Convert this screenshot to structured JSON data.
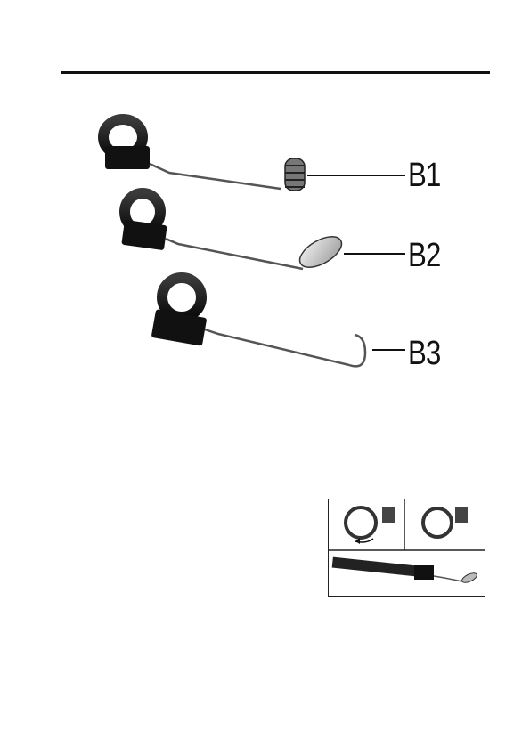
{
  "page": {
    "background": "#ffffff",
    "ink": "#111111"
  },
  "figure": {
    "attachments": [
      {
        "id": "B1",
        "label": "B1",
        "tool": "magnet-coil"
      },
      {
        "id": "B2",
        "label": "B2",
        "tool": "mirror"
      },
      {
        "id": "B3",
        "label": "B3",
        "tool": "hook"
      }
    ]
  },
  "inset": {
    "panels": [
      "clip-open-rotate",
      "clip-closed",
      "probe-with-mirror-attached"
    ]
  }
}
